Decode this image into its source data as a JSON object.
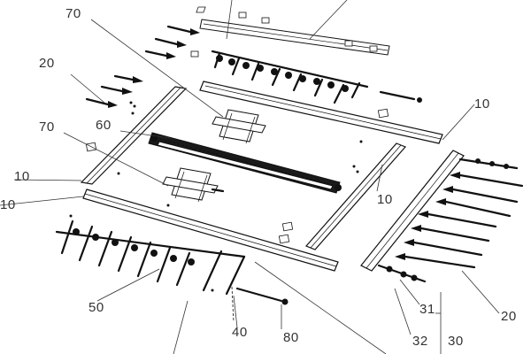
{
  "callouts": [
    {
      "id": "c70-top",
      "text": "70"
    },
    {
      "id": "c20-left",
      "text": "20"
    },
    {
      "id": "c70-mid",
      "text": "70"
    },
    {
      "id": "c60",
      "text": "60"
    },
    {
      "id": "c10-upper-left",
      "text": "10"
    },
    {
      "id": "c10-lower-left",
      "text": "10"
    },
    {
      "id": "c10-right-top",
      "text": "10"
    },
    {
      "id": "c10-center-right",
      "text": "10"
    },
    {
      "id": "c50",
      "text": "50"
    },
    {
      "id": "c40",
      "text": "40"
    },
    {
      "id": "c80",
      "text": "80"
    },
    {
      "id": "c31",
      "text": "31"
    },
    {
      "id": "c20-right",
      "text": "20"
    },
    {
      "id": "c32",
      "text": "32"
    },
    {
      "id": "c30",
      "text": "30"
    }
  ]
}
